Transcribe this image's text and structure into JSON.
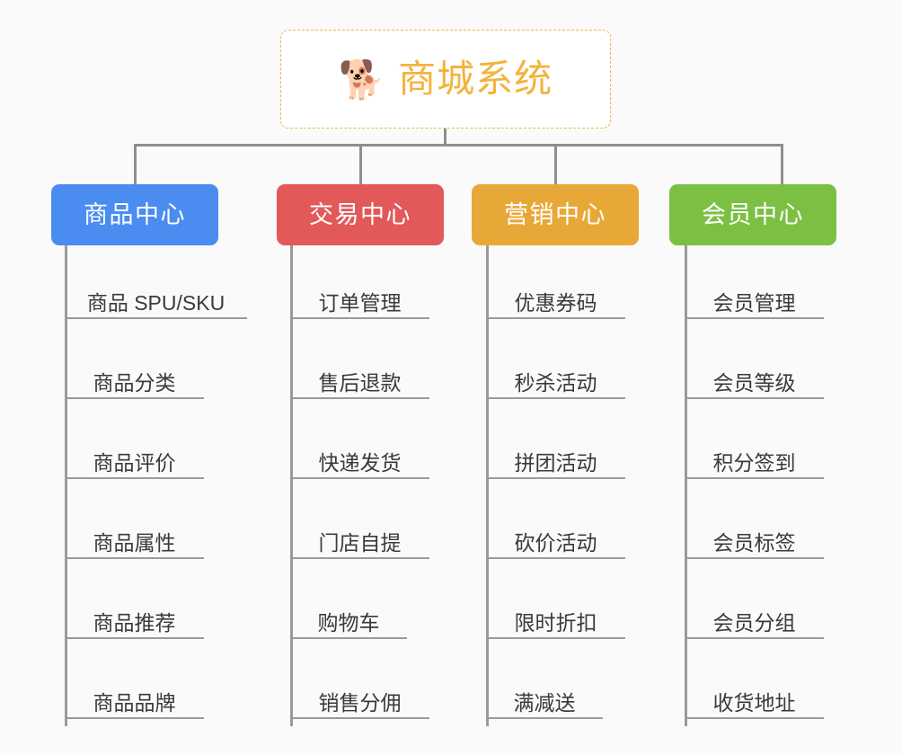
{
  "canvas": {
    "background": "#fafafa"
  },
  "root": {
    "icon": "shiba-inu-dog-face",
    "icon_glyph": "🐕",
    "title": "商城系统",
    "text_color": "#f3b33c",
    "border_color": "#eab94a",
    "background": "#ffffff"
  },
  "connector": {
    "color": "#8f8f8f"
  },
  "categories": [
    {
      "label": "商品中心",
      "color": "#4a8cf0",
      "items": [
        "商品 SPU/SKU",
        "商品分类",
        "商品评价",
        "商品属性",
        "商品推荐",
        "商品品牌"
      ]
    },
    {
      "label": "交易中心",
      "color": "#e2595a",
      "items": [
        "订单管理",
        "售后退款",
        "快递发货",
        "门店自提",
        "购物车",
        "销售分佣"
      ]
    },
    {
      "label": "营销中心",
      "color": "#e8a838",
      "items": [
        "优惠券码",
        "秒杀活动",
        "拼团活动",
        "砍价活动",
        "限时折扣",
        "满减送"
      ]
    },
    {
      "label": "会员中心",
      "color": "#7cc043",
      "items": [
        "会员管理",
        "会员等级",
        "积分签到",
        "会员标签",
        "会员分组",
        "收货地址"
      ]
    }
  ]
}
